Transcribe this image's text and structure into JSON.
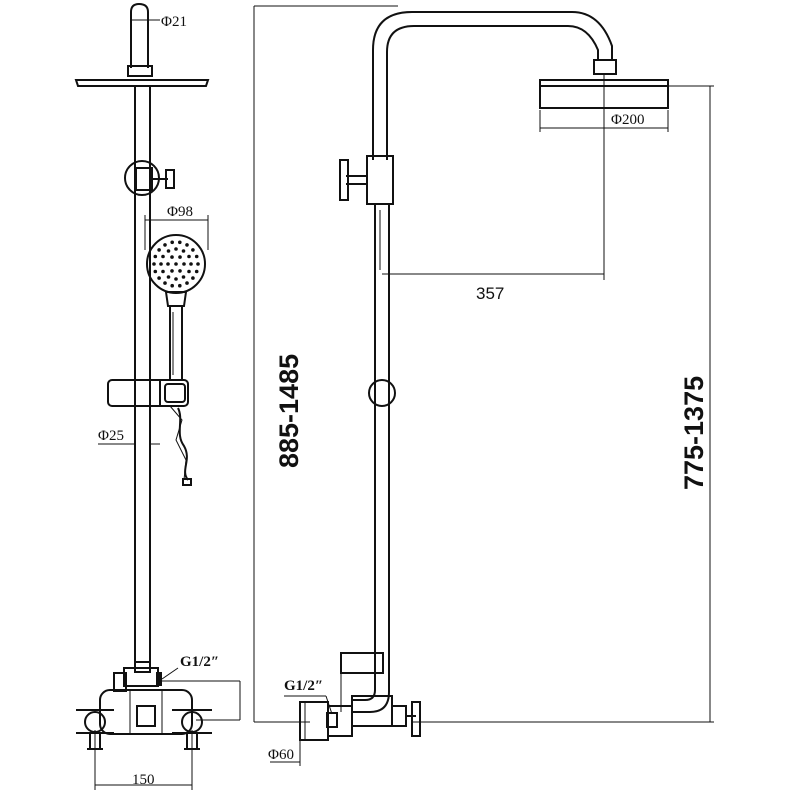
{
  "labels": {
    "d21": "Φ21",
    "d98": "Φ98",
    "d25": "Φ25",
    "g_front": "G1/2″",
    "w150": "150",
    "h885": "885-1485",
    "d200": "Φ200",
    "w357": "357",
    "h775": "775-1375",
    "g_side": "G1/2″",
    "d60": "Φ60"
  }
}
